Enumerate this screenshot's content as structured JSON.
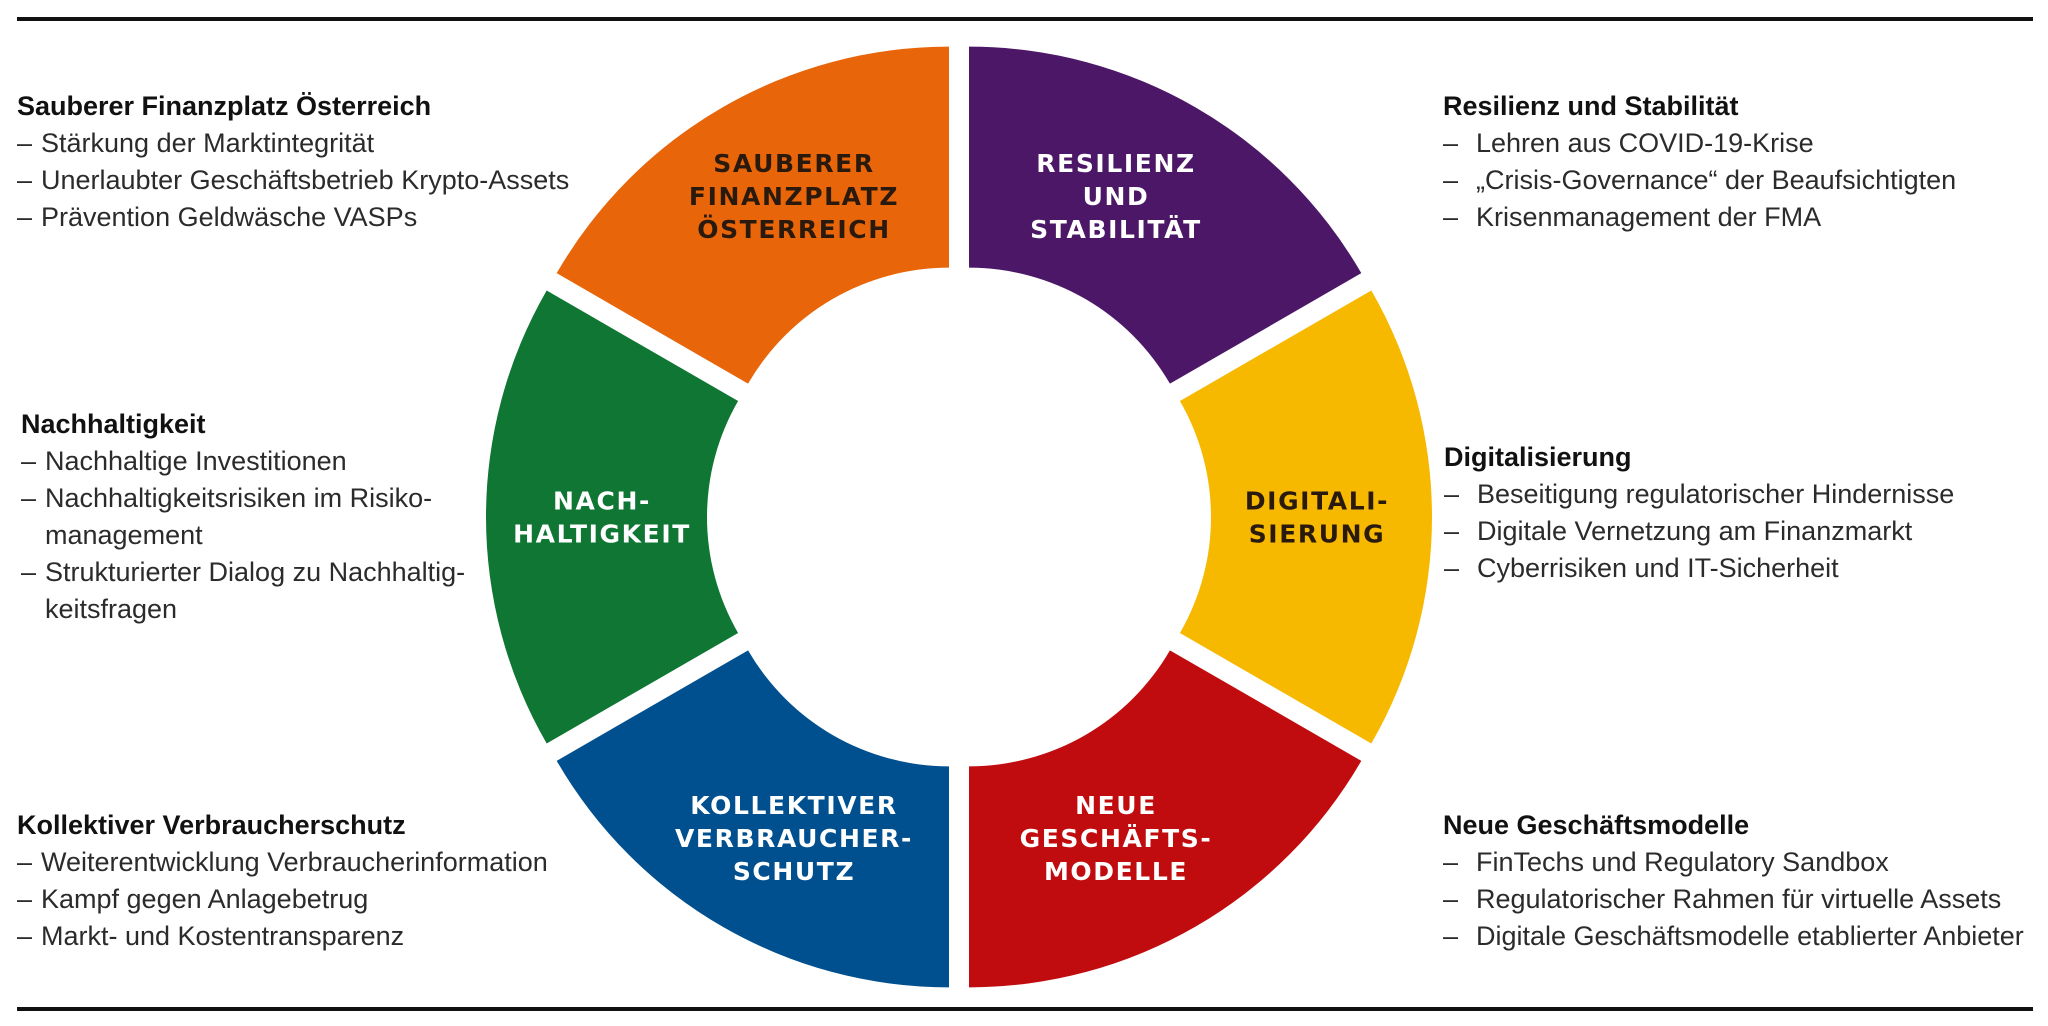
{
  "wheel": {
    "segments": [
      {
        "id": "sauber",
        "lines": [
          "SAUBERER",
          "FINANZPLATZ",
          "ÖSTERREICH"
        ],
        "color": "#E8650A",
        "text_color": "#2a1a0e"
      },
      {
        "id": "resilienz",
        "lines": [
          "RESILIENZ",
          "UND",
          "STABILITÄT"
        ],
        "color": "#4B1766",
        "text_color": "#ffffff"
      },
      {
        "id": "digital",
        "lines": [
          "DIGITALI-",
          "SIERUNG"
        ],
        "color": "#F6B900",
        "text_color": "#2a1a0e"
      },
      {
        "id": "neue",
        "lines": [
          "NEUE",
          "GESCHÄFTS-",
          "MODELLE"
        ],
        "color": "#C00C0E",
        "text_color": "#ffffff"
      },
      {
        "id": "kollektiv",
        "lines": [
          "KOLLEKTIVER",
          "VERBRAUCHER-",
          "SCHUTZ"
        ],
        "color": "#00508F",
        "text_color": "#ffffff"
      },
      {
        "id": "nachhalt",
        "lines": [
          "NACH-",
          "HALTIGKEIT"
        ],
        "color": "#0F7634",
        "text_color": "#ffffff"
      }
    ]
  },
  "blocks": {
    "sauber": {
      "title": "Sauberer Finanzplatz Österreich",
      "items": [
        "Stärkung der Marktintegrität",
        "Unerlaubter Geschäftsbetrieb Krypto-Assets",
        "Prävention Geldwäsche VASPs"
      ]
    },
    "nachhalt": {
      "title": "Nachhaltigkeit",
      "items": [
        "Nachhaltige Investitionen",
        "Nachhaltigkeitsrisiken im Risiko-management",
        "Strukturierter Dialog zu Nachhaltig-keitsfragen"
      ]
    },
    "kollektiv": {
      "title": "Kollektiver Verbraucherschutz",
      "items": [
        "Weiterentwicklung Verbraucherinformation",
        "Kampf gegen Anlagebetrug",
        "Markt- und Kostentransparenz"
      ]
    },
    "resilienz": {
      "title": "Resilienz und Stabilität",
      "items": [
        "Lehren aus COVID-19-Krise",
        "„Crisis-Governance“ der Beaufsichtigten",
        "Krisenmanagement der FMA"
      ]
    },
    "digital": {
      "title": "Digitalisierung",
      "items": [
        "Beseitigung regulatorischer Hindernisse",
        "Digitale Vernetzung am Finanzmarkt",
        "Cyberrisiken und IT-Sicherheit"
      ]
    },
    "neue": {
      "title": "Neue Geschäftsmodelle",
      "items": [
        "FinTechs und Regulatory Sandbox",
        "Regulatorischer Rahmen für virtuelle Assets",
        "Digitale Geschäftsmodelle etablierter Anbieter"
      ]
    }
  }
}
